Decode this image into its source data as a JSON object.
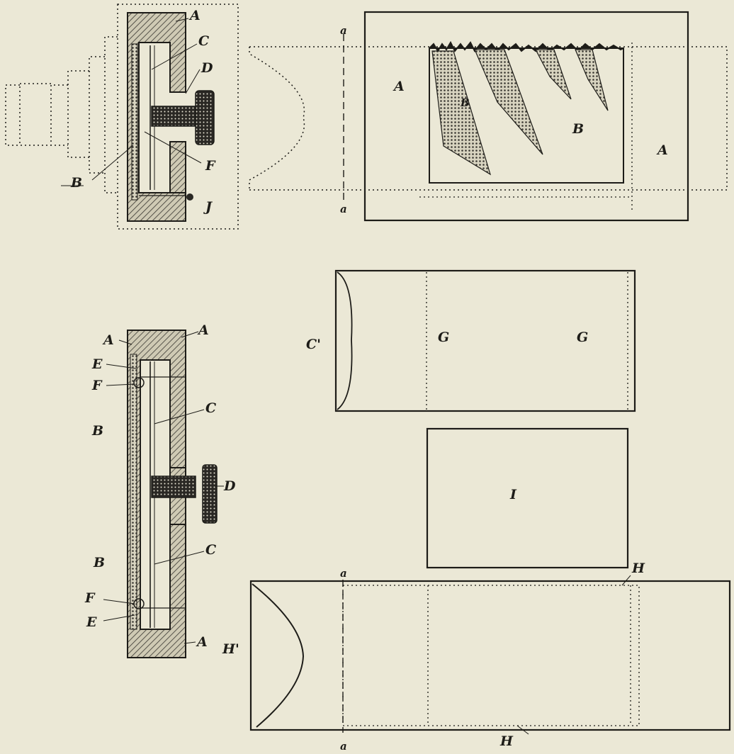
{
  "colors": {
    "paper": "#ebe8d6",
    "ink": "#1d1c18",
    "hatch": "#3a3832"
  },
  "labels": {
    "f1": {
      "A": "A",
      "C": "C",
      "D": "D",
      "B": "B",
      "F": "F",
      "J": "J"
    },
    "f2": {
      "a_top": "a",
      "a_bottom": "a",
      "A_left": "A",
      "A_right": "A",
      "B_center": "B",
      "B_film": "B"
    },
    "f3": {
      "A_tl": "A",
      "A_tr": "A",
      "E_top": "E",
      "F_top": "F",
      "B_top": "B",
      "C_top": "C",
      "D": "D",
      "B_bottom": "B",
      "C_bottom": "C",
      "F_bottom": "F",
      "E_bottom": "E",
      "A_br": "A"
    },
    "f4": {
      "C_prime": "C'",
      "G_left": "G",
      "G_right": "G"
    },
    "f5": {
      "I": "I"
    },
    "f6": {
      "a_top": "a",
      "a_bottom": "a",
      "H_top": "H",
      "H_left": "H'",
      "H_bottom": "H"
    }
  }
}
